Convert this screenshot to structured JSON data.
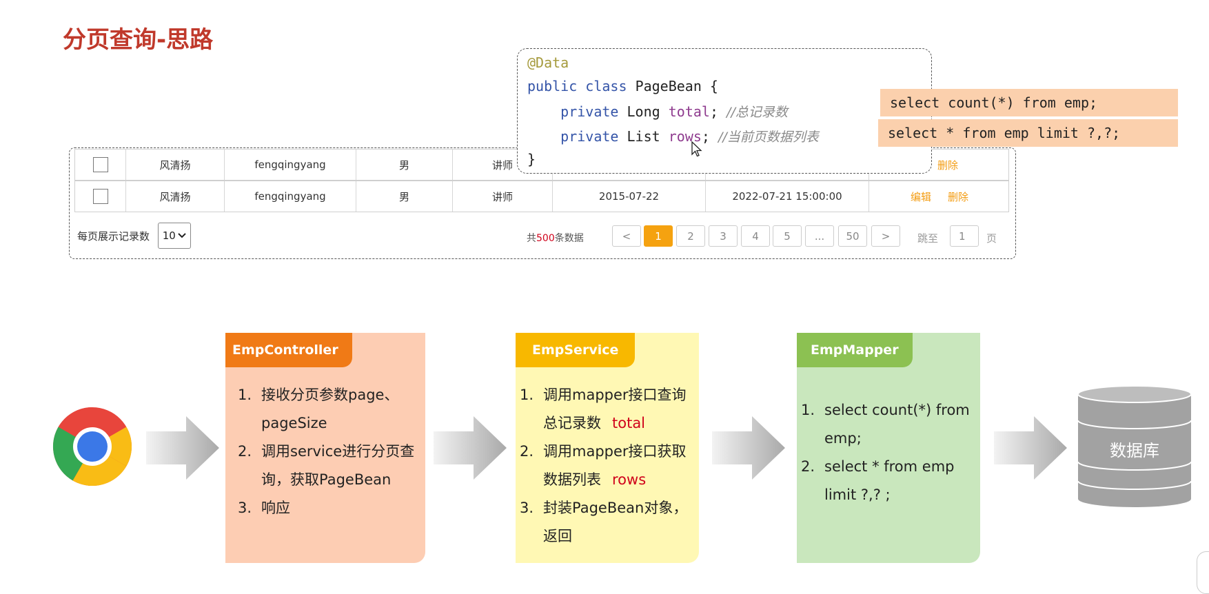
{
  "title": "分页查询-思路",
  "table": {
    "rows": [
      {
        "name": "风清扬",
        "username": "fengqingyang",
        "gender": "男",
        "job": "讲师",
        "entry_date": "",
        "update_time": "",
        "actions": [
          "",
          "删除"
        ]
      },
      {
        "name": "风清扬",
        "username": "fengqingyang",
        "gender": "男",
        "job": "讲师",
        "entry_date": "2015-07-22",
        "update_time": "2022-07-21 15:00:00",
        "actions": [
          "编辑",
          "删除"
        ]
      }
    ]
  },
  "pagination": {
    "page_size_label": "每页展示记录数",
    "page_size_value": "10",
    "total_prefix": "共",
    "total_count": "500",
    "total_suffix": "条数据",
    "prev": "<",
    "pages": [
      "1",
      "2",
      "3",
      "4",
      "5",
      "...",
      "50"
    ],
    "next": ">",
    "jump_label": "跳至",
    "jump_value": "1",
    "page_unit": "页"
  },
  "code": {
    "annotation": "@Data",
    "kw_public": "public",
    "kw_class": "class",
    "class_name": "PageBean {",
    "kw_private": "private",
    "type_long": "Long",
    "field_total": "total",
    "comment_total": "//总记录数",
    "type_list": "List",
    "field_rows": "rows",
    "comment_rows": "//当前页数据列表",
    "semicolon": ";",
    "close": "}"
  },
  "sql": {
    "count": "select count(*) from emp;",
    "limit": "select * from emp limit ?,?;"
  },
  "flow": {
    "controller": {
      "title": "EmpController",
      "items": [
        {
          "num": "1.",
          "lines": [
            "接收分页参数page、",
            "pageSize"
          ]
        },
        {
          "num": "2.",
          "lines": [
            "调用service进行分页查",
            "询，获取PageBean"
          ]
        },
        {
          "num": "3.",
          "lines": [
            "响应"
          ]
        }
      ]
    },
    "service": {
      "title": "EmpService",
      "items": [
        {
          "num": "1.",
          "lines": [
            "调用mapper接口查询",
            "总记录数"
          ],
          "highlight": "total"
        },
        {
          "num": "2.",
          "lines": [
            "调用mapper接口获取",
            "数据列表"
          ],
          "highlight": "rows"
        },
        {
          "num": "3.",
          "lines": [
            "封装PageBean对象，",
            "返回"
          ]
        }
      ]
    },
    "mapper": {
      "title": "EmpMapper",
      "items": [
        {
          "num": "1.",
          "lines": [
            "select count(*) from",
            "emp;"
          ]
        },
        {
          "num": "2.",
          "lines": [
            "select * from emp",
            "limit ?,? ;"
          ]
        }
      ]
    },
    "database": "数据库"
  },
  "colors": {
    "title": "#c0392b",
    "controller_tab": "#f07a16",
    "controller_bg": "#fdcdb3",
    "service_tab": "#f8b800",
    "service_bg": "#fff8b4",
    "mapper_tab": "#8cc152",
    "mapper_bg": "#c9e7bd",
    "action": "#f39c12",
    "pager_active": "#f5a210",
    "highlight": "#d0021b"
  }
}
